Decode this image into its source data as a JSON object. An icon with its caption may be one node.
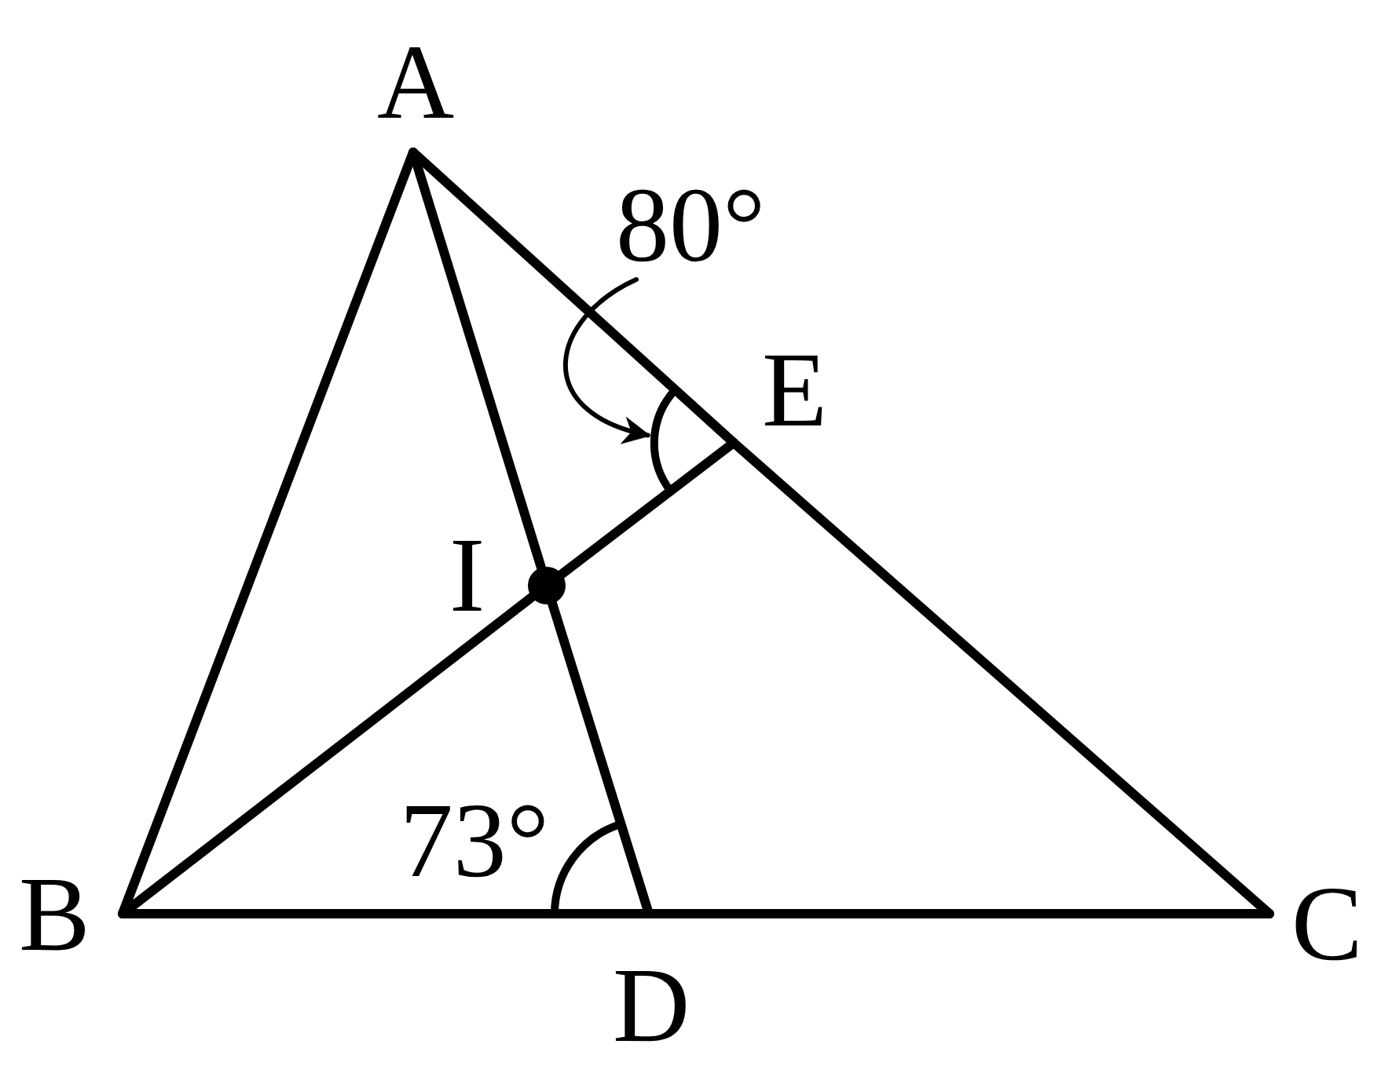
{
  "diagram": {
    "nodes": [
      {
        "text": [
          "A"
        ]
      },
      {
        "text": [
          "B"
        ]
      },
      {
        "text": [
          "C"
        ]
      },
      {
        "text": [
          "D"
        ]
      },
      {
        "text": [
          "E"
        ]
      },
      {
        "text": [
          "I"
        ]
      },
      {
        "text": [
          "80°"
        ]
      },
      {
        "text": [],
        "shape": "arc"
      }
    ],
    "edges": [
      {
        "from": 0,
        "to": 1,
        "arrow": "none"
      },
      {
        "from": 0,
        "to": 4,
        "arrow": "none"
      },
      {
        "from": 4,
        "to": 2,
        "arrow": "none"
      },
      {
        "from": 1,
        "to": 3,
        "arrow": "none"
      },
      {
        "from": 3,
        "to": 2,
        "arrow": "none"
      },
      {
        "from": 0,
        "to": 5,
        "arrow": "none"
      },
      {
        "from": 5,
        "to": 3,
        "arrow": "none"
      },
      {
        "from": 1,
        "to": 5,
        "arrow": "none"
      },
      {
        "from": 5,
        "to": 4,
        "arrow": "none"
      },
      {
        "from": 6,
        "to": 7,
        "arrow": "to"
      }
    ],
    "labels": [
      "73°"
    ]
  }
}
